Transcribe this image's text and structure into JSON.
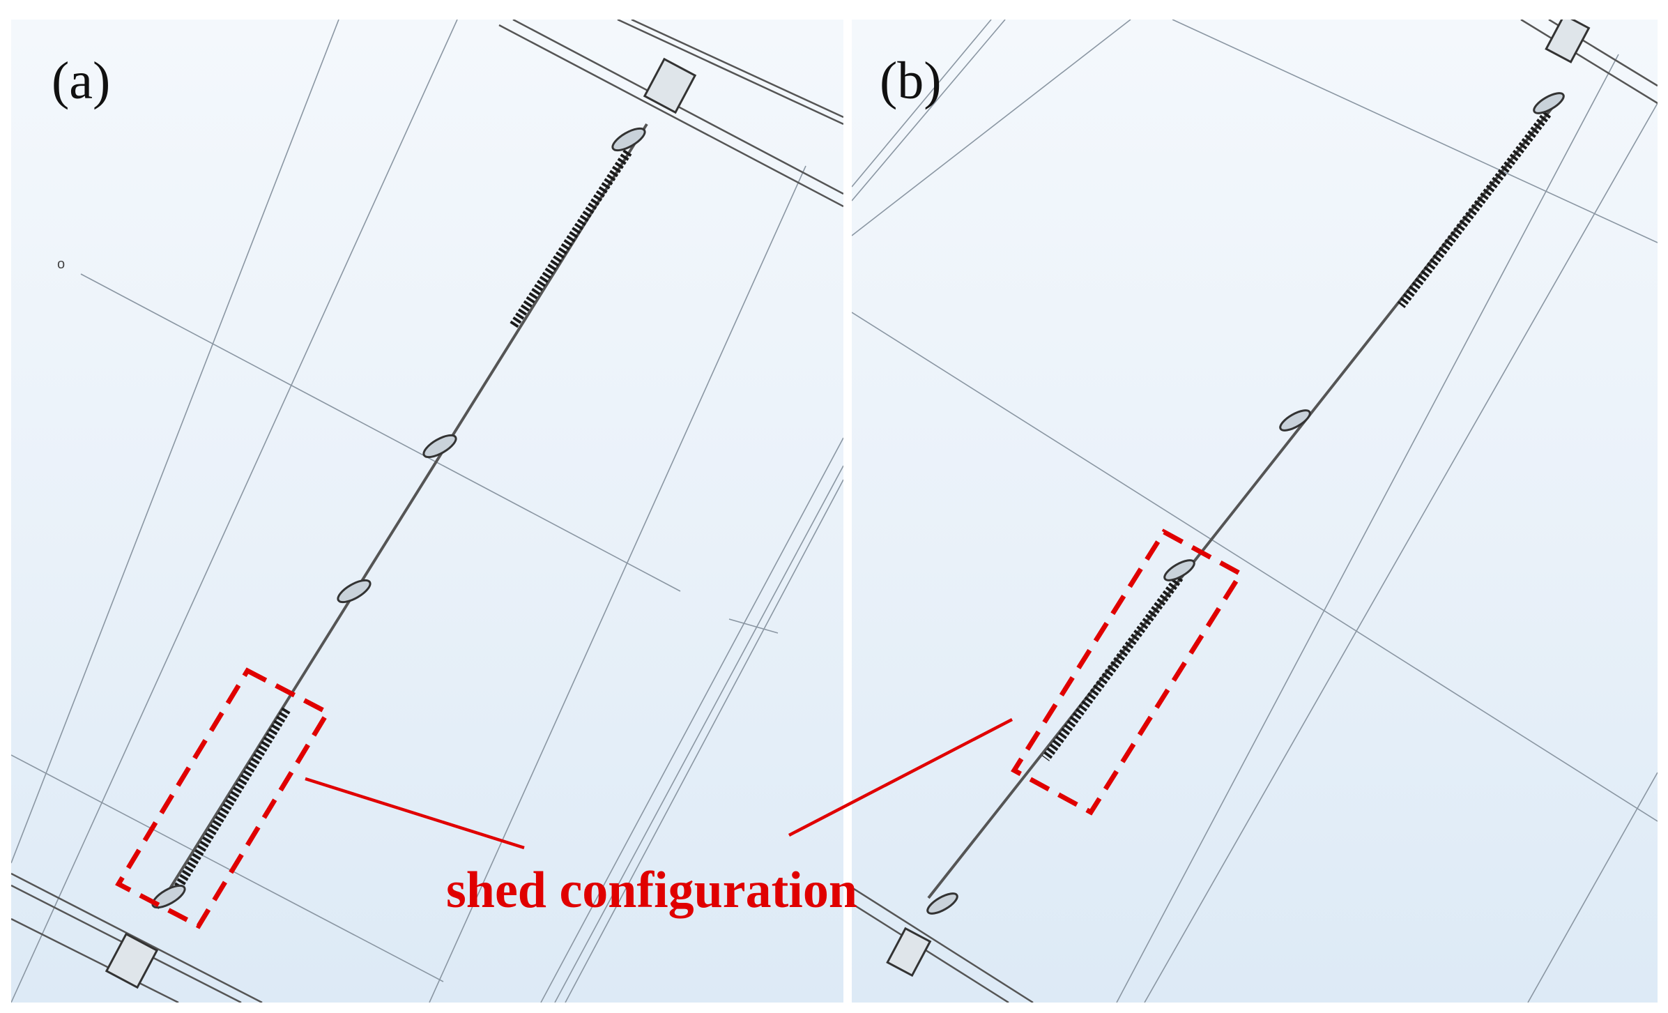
{
  "panels": [
    {
      "label": "(a)"
    },
    {
      "label": "(b)"
    }
  ],
  "origin_mark": "o",
  "callout": {
    "text": "shed configuration",
    "color": "#e00000"
  },
  "colors": {
    "background_top": "#f4f8fc",
    "background_bottom": "#ddeaf6",
    "lines": "#7d8a96",
    "insulator": "#1a1a1a"
  }
}
